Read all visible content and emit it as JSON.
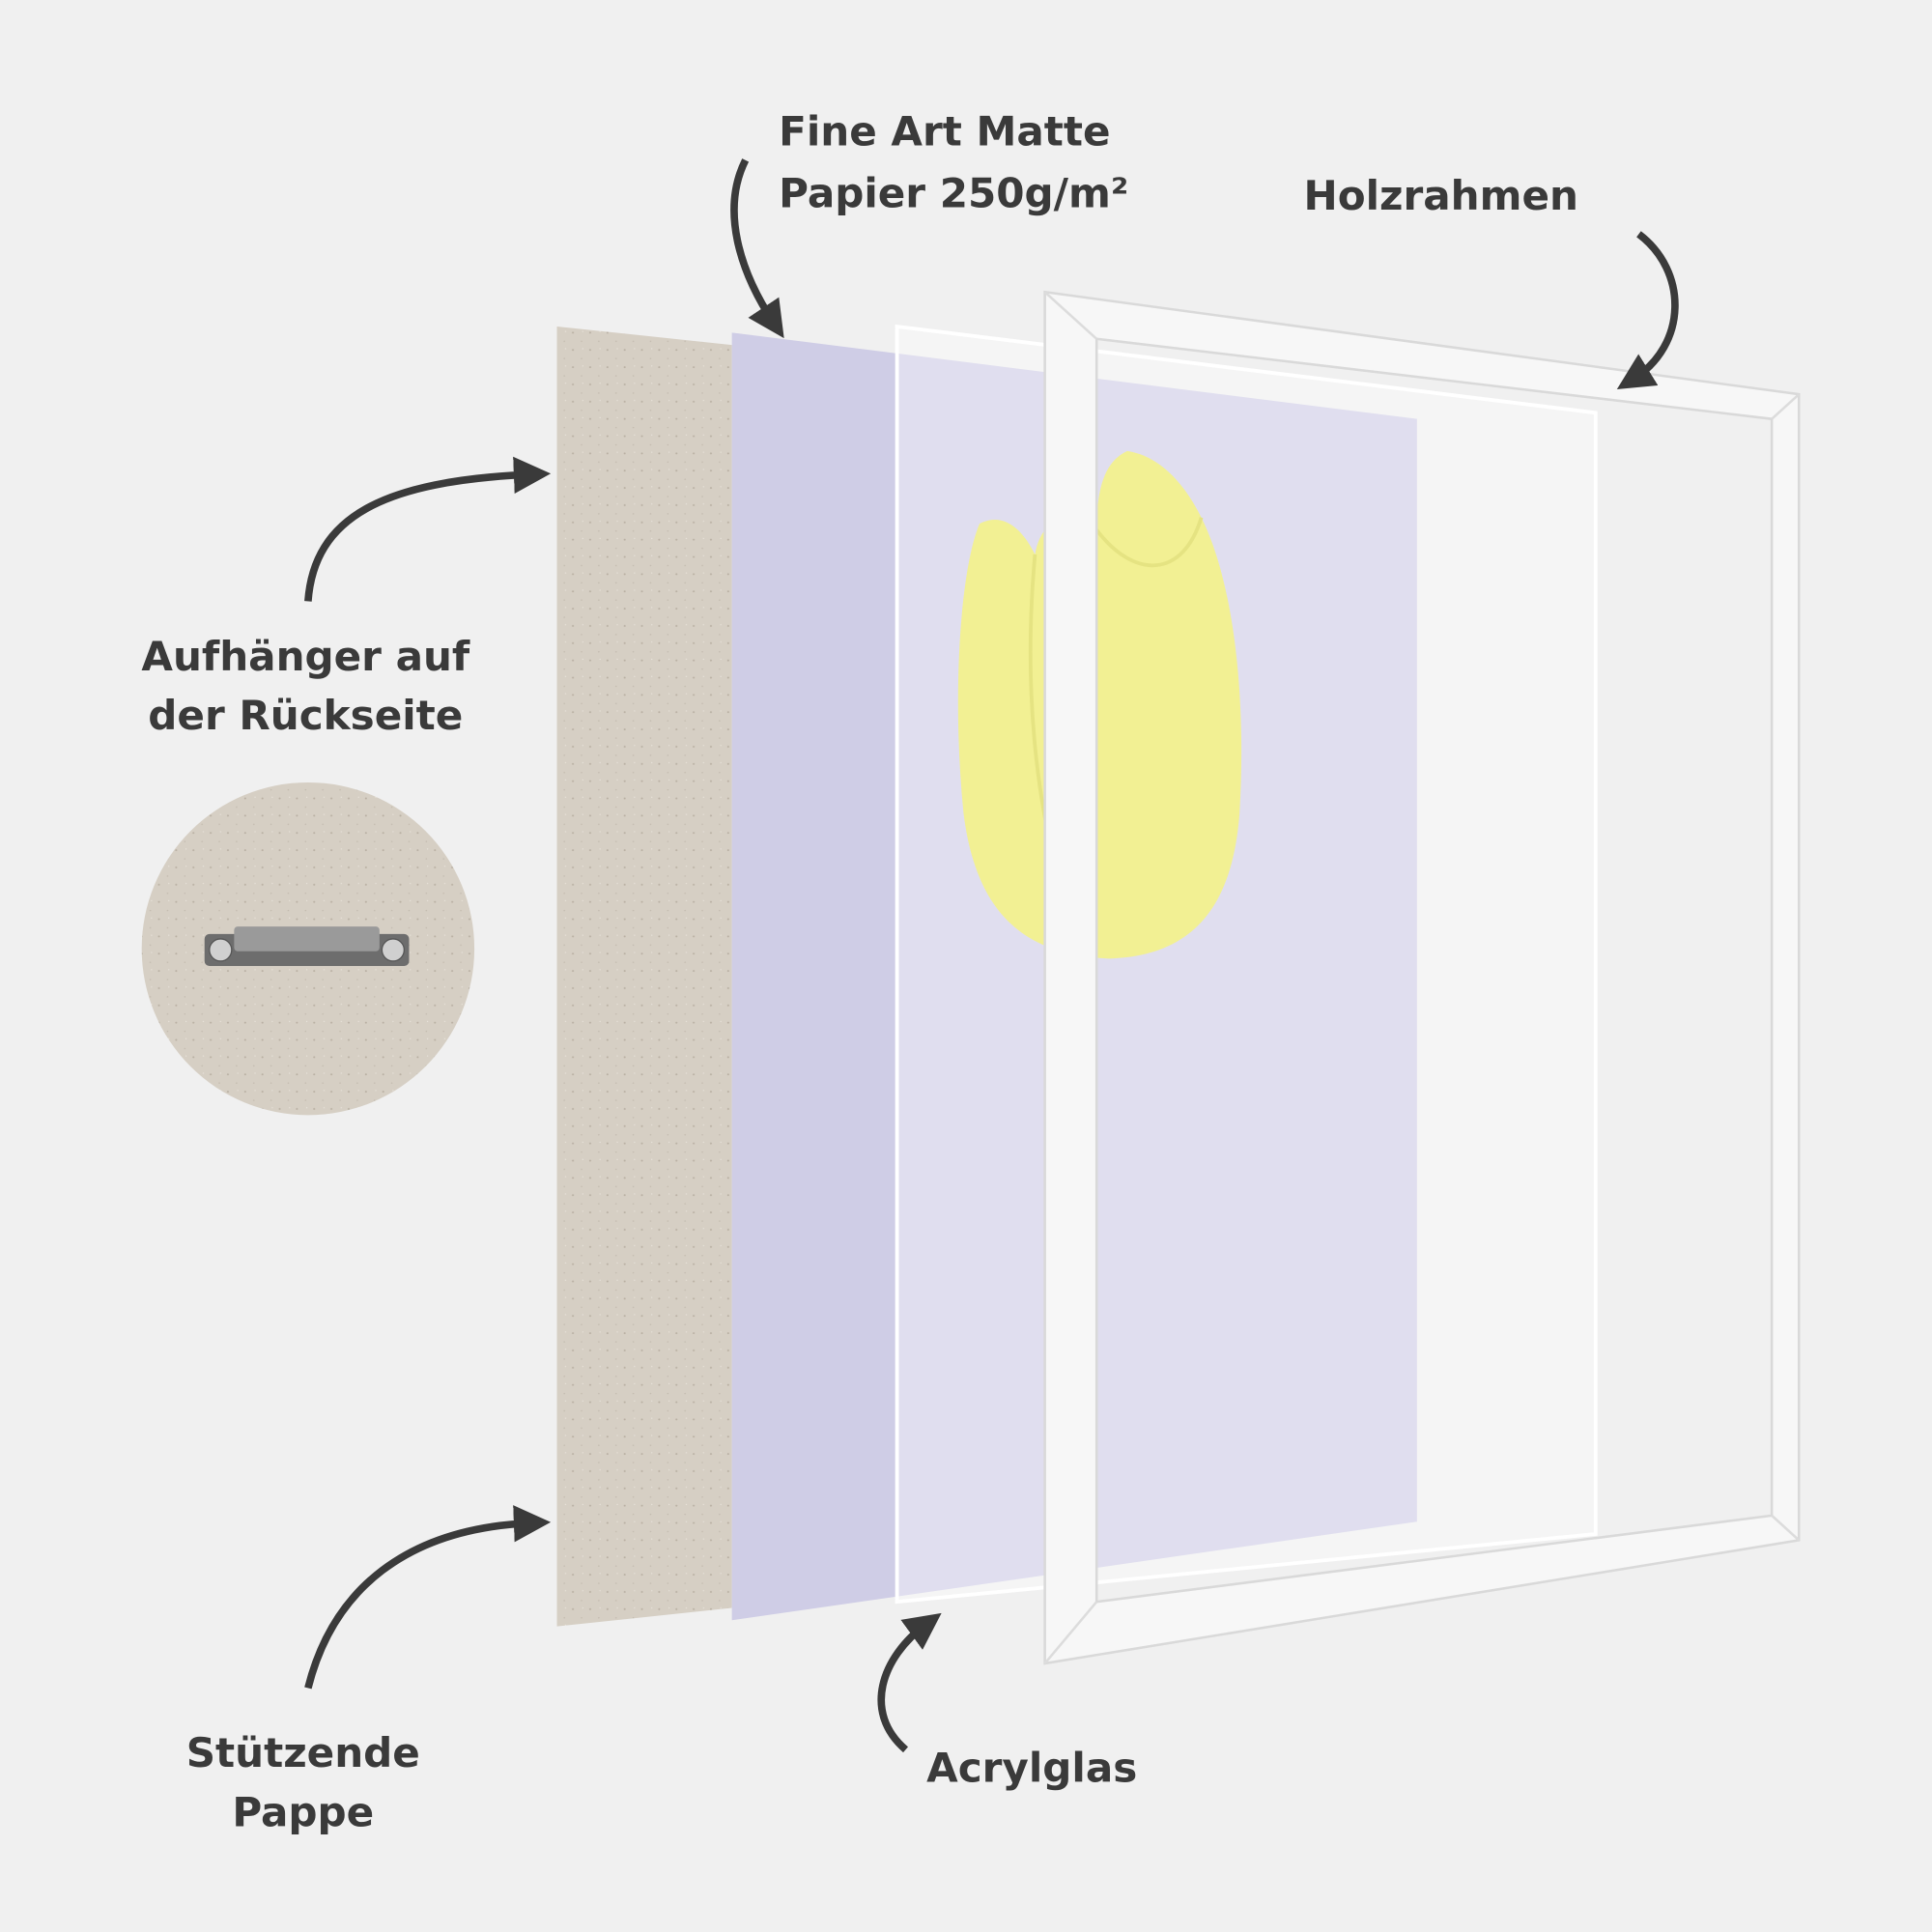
{
  "labels": {
    "paper_line1": "Fine Art Matte",
    "paper_line2": "Papier 250g/m²",
    "frame": "Holzrahmen",
    "hanger_line1": "Aufhänger auf",
    "hanger_line2": "der Rückseite",
    "cardboard_line1": "Stützende",
    "cardboard_line2": "Pappe",
    "acrylic": "Acrylglas"
  },
  "colors": {
    "background": "#f0f0f0",
    "cardboard": "#d6cfc4",
    "paper": "#cfcde6",
    "tulip": "#ece95a",
    "text": "#3a3a3a"
  }
}
